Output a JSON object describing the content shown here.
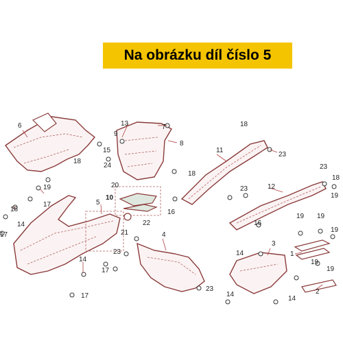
{
  "banner": {
    "text": "Na obrázku díl číslo 5"
  },
  "callouts": {
    "n1": "1",
    "n2": "2",
    "n3": "3",
    "n4": "4",
    "n5": "5",
    "n6": "6",
    "n7": "7",
    "n8": "8",
    "n9": "9",
    "n10": "10",
    "n11": "11",
    "n12": "12",
    "n13": "13",
    "n14": "14",
    "n15": "15",
    "n16": "16",
    "n17": "17",
    "n18": "18",
    "n19": "19",
    "n20": "20",
    "n21": "21",
    "n22": "22",
    "n23": "23",
    "n24": "24"
  },
  "colors": {
    "banner": "#f5c400",
    "lines": "#8a3a3a"
  }
}
